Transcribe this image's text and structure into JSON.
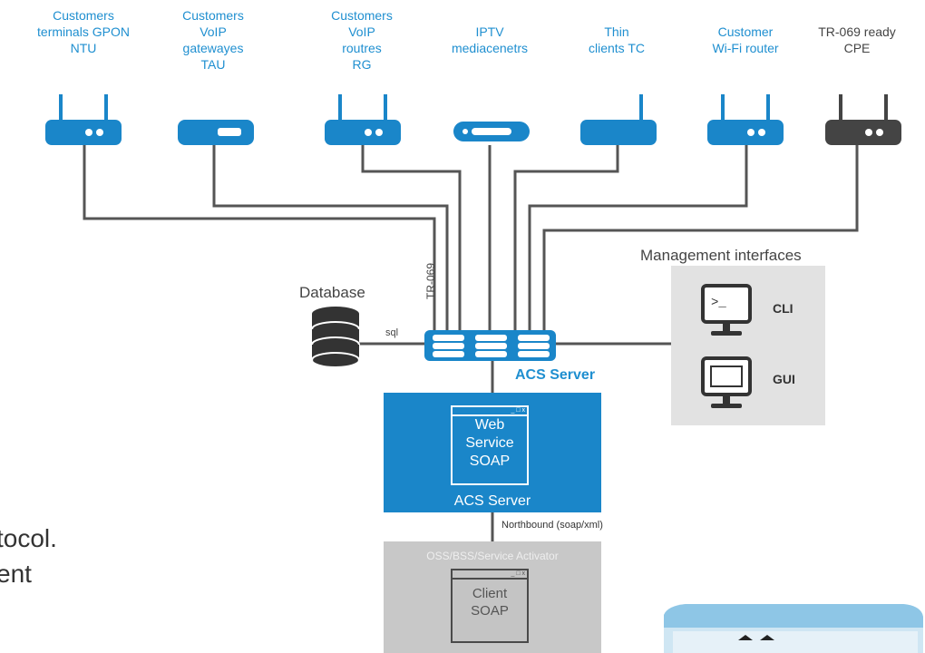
{
  "devices": [
    {
      "label_lines": [
        "Customers",
        "terminals  GPON",
        "NTU"
      ],
      "icon": "router-icon",
      "color": "#1a86c9"
    },
    {
      "label_lines": [
        "Customers",
        "VoIP",
        "gatewayes",
        "TAU"
      ],
      "icon": "gateway-icon",
      "color": "#1a86c9"
    },
    {
      "label_lines": [
        "Customers",
        "VoIP",
        "routres",
        "RG"
      ],
      "icon": "router-icon",
      "color": "#1a86c9"
    },
    {
      "label_lines": [
        "IPTV",
        "mediacenetrs"
      ],
      "icon": "mediacenter-icon",
      "color": "#1a86c9"
    },
    {
      "label_lines": [
        "Thin",
        "clients TC"
      ],
      "icon": "thin-client-icon",
      "color": "#1a86c9"
    },
    {
      "label_lines": [
        "Customer",
        "Wi-Fi router"
      ],
      "icon": "router-icon",
      "color": "#1a86c9"
    },
    {
      "label_lines": [
        "TR-069 ready",
        "CPE"
      ],
      "icon": "router-icon",
      "color": "#444444"
    }
  ],
  "protocol_label": "TR-069",
  "database": {
    "label": "Database",
    "link_label": "sql"
  },
  "acs": {
    "top_label": "ACS Server",
    "web_service_lines": [
      "Web",
      "Service",
      "SOAP"
    ],
    "caption": "ACS Server",
    "window_controls": "_ □ x"
  },
  "management": {
    "title": "Management interfaces",
    "cli_label": "CLI",
    "gui_label": "GUI",
    "cli_prompt": ">_"
  },
  "northbound_label": "Northbound (soap/xml)",
  "oss": {
    "title": "OSS/BSS/Service Activator",
    "client_lines": [
      "Client",
      "SOAP"
    ],
    "window_controls": "_ □ x"
  },
  "side_text": [
    "tocol.",
    "ent"
  ],
  "colors": {
    "accent": "#1a86c9",
    "label_blue": "#1f8fd0",
    "dark": "#444444",
    "panel_gray": "#e2e2e2"
  }
}
